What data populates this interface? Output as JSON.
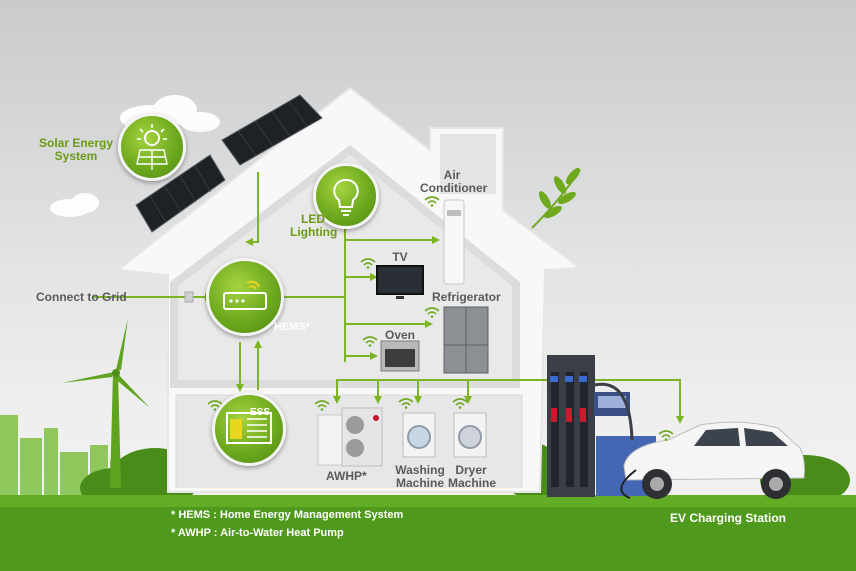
{
  "labels": {
    "solar": "Solar Energy\nSystem",
    "grid": "Connect to Grid",
    "led": "LED\nLighting",
    "hems": "HEMS*",
    "ac": "Air\nConditioner",
    "tv": "TV",
    "refrigerator": "Refrigerator",
    "oven": "Oven",
    "ess": "ESS",
    "awhp": "AWHP*",
    "washing": "Washing\nMachine",
    "dryer": "Dryer\nMachine",
    "ev": "EV Charging Station"
  },
  "footnotes": {
    "hems": "* HEMS : Home Energy Management System",
    "awhp": "* AWHP : Air-to-Water Heat Pump"
  },
  "icons": [
    "sun-icon",
    "solar-panel-icon",
    "light-bulb-icon",
    "router-icon",
    "battery-storage-icon",
    "wifi-icon",
    "wind-turbine-icon",
    "leaf-sprig-icon",
    "fuel-pump-icon",
    "electric-car-icon"
  ],
  "colors": {
    "accent_green": "#6ea91e",
    "line_green": "#7cb424",
    "label_grey": "#5a5a5a",
    "grass": "#4f9a1c"
  }
}
